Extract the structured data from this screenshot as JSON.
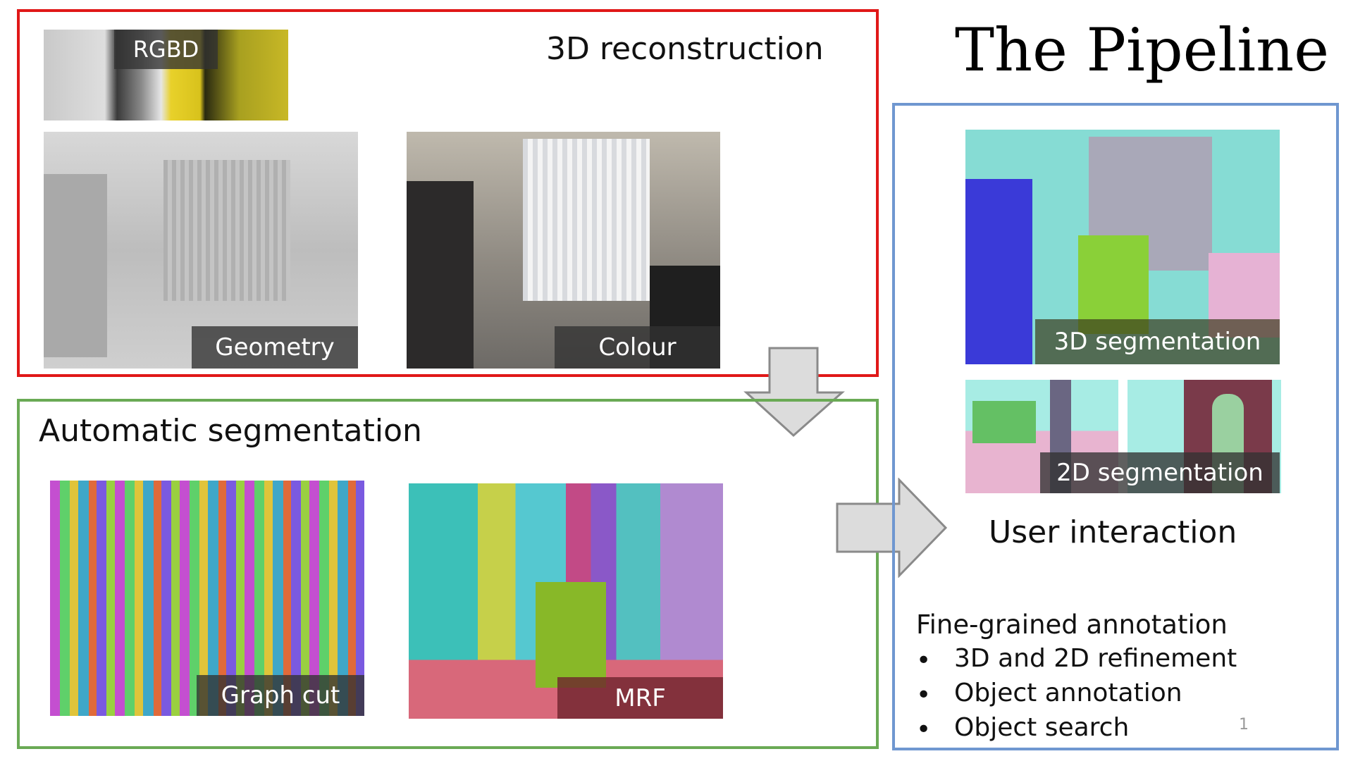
{
  "title": "The Pipeline",
  "reconstruction": {
    "heading": "3D reconstruction",
    "rgbd_label": "RGBD",
    "geometry_label": "Geometry",
    "colour_label": "Colour"
  },
  "automatic": {
    "heading": "Automatic segmentation",
    "graphcut_label": "Graph cut",
    "mrf_label": "MRF"
  },
  "interaction": {
    "seg3d_label": "3D segmentation",
    "seg2d_label": "2D segmentation",
    "heading": "User interaction",
    "fine_heading": "Fine-grained annotation",
    "bullets": [
      "3D and 2D refinement",
      "Object annotation",
      "Object search"
    ]
  },
  "page_number": "1",
  "colors": {
    "red_box": "#e01818",
    "green_box": "#6aaa55",
    "blue_box": "#6f97d0"
  }
}
